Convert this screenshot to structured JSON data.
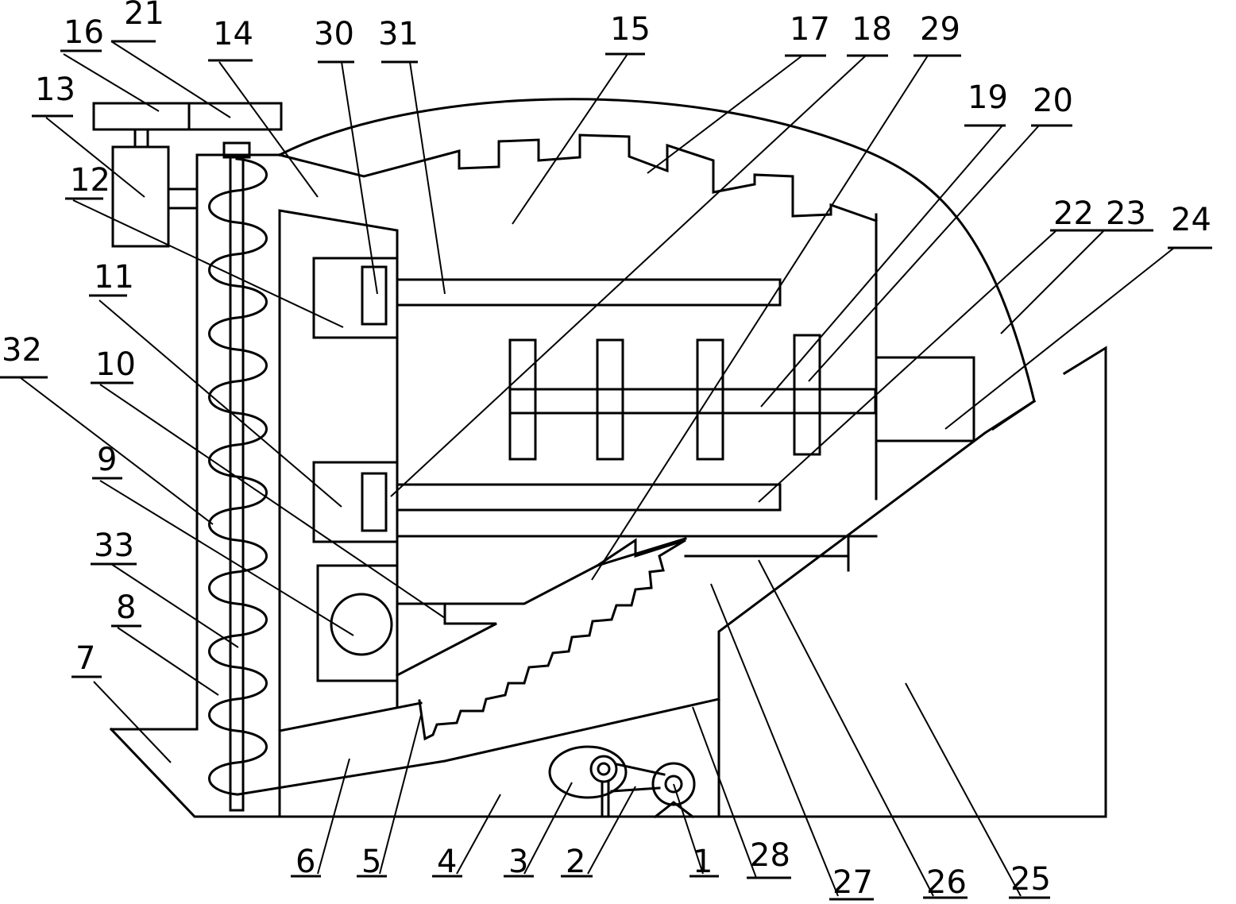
{
  "colors": {
    "line": "#000000",
    "background": "#ffffff"
  },
  "parts": [
    {
      "id": "1",
      "label": "1"
    },
    {
      "id": "2",
      "label": "2"
    },
    {
      "id": "3",
      "label": "3"
    },
    {
      "id": "4",
      "label": "4"
    },
    {
      "id": "5",
      "label": "5"
    },
    {
      "id": "6",
      "label": "6"
    },
    {
      "id": "7",
      "label": "7"
    },
    {
      "id": "8",
      "label": "8"
    },
    {
      "id": "9",
      "label": "9"
    },
    {
      "id": "10",
      "label": "10"
    },
    {
      "id": "11",
      "label": "11"
    },
    {
      "id": "12",
      "label": "12"
    },
    {
      "id": "13",
      "label": "13"
    },
    {
      "id": "14",
      "label": "14"
    },
    {
      "id": "15",
      "label": "15"
    },
    {
      "id": "16",
      "label": "16"
    },
    {
      "id": "17",
      "label": "17"
    },
    {
      "id": "18",
      "label": "18"
    },
    {
      "id": "19",
      "label": "19"
    },
    {
      "id": "20",
      "label": "20"
    },
    {
      "id": "21",
      "label": "21"
    },
    {
      "id": "22",
      "label": "22"
    },
    {
      "id": "23",
      "label": "23"
    },
    {
      "id": "24",
      "label": "24"
    },
    {
      "id": "25",
      "label": "25"
    },
    {
      "id": "26",
      "label": "26"
    },
    {
      "id": "27",
      "label": "27"
    },
    {
      "id": "28",
      "label": "28"
    },
    {
      "id": "29",
      "label": "29"
    },
    {
      "id": "30",
      "label": "30"
    },
    {
      "id": "31",
      "label": "31"
    },
    {
      "id": "32",
      "label": "32"
    },
    {
      "id": "33",
      "label": "33"
    }
  ]
}
